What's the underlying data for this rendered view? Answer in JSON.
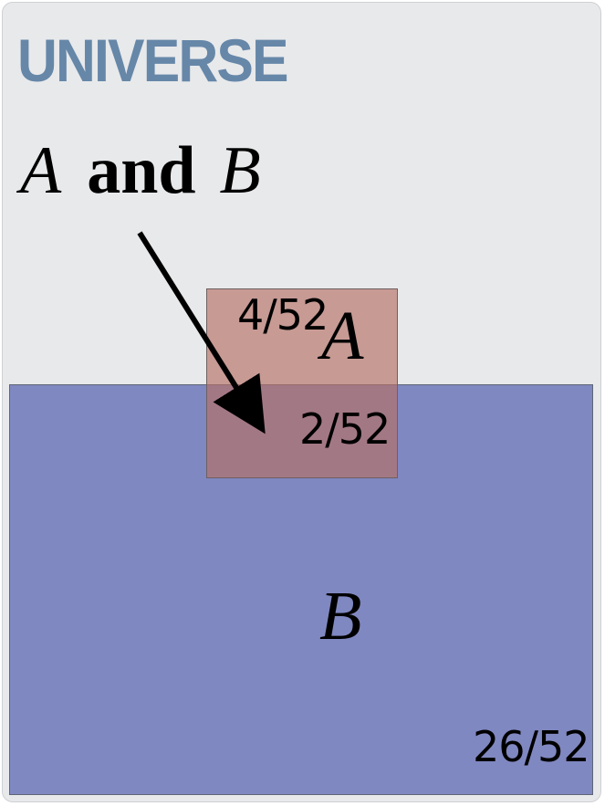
{
  "universe": {
    "title": "UNIVERSE"
  },
  "callout": {
    "set_a": "A",
    "conjunction": "and",
    "set_b": "B"
  },
  "set_a": {
    "letter": "A",
    "fraction": "4/52"
  },
  "intersection": {
    "fraction": "2/52"
  },
  "set_b": {
    "letter": "B",
    "fraction": "26/52"
  },
  "colors": {
    "universe_title": "#6687a8",
    "set_a_fill": "#b67066",
    "set_b_fill": "#6d77ba",
    "background": "#e8e9eb"
  }
}
